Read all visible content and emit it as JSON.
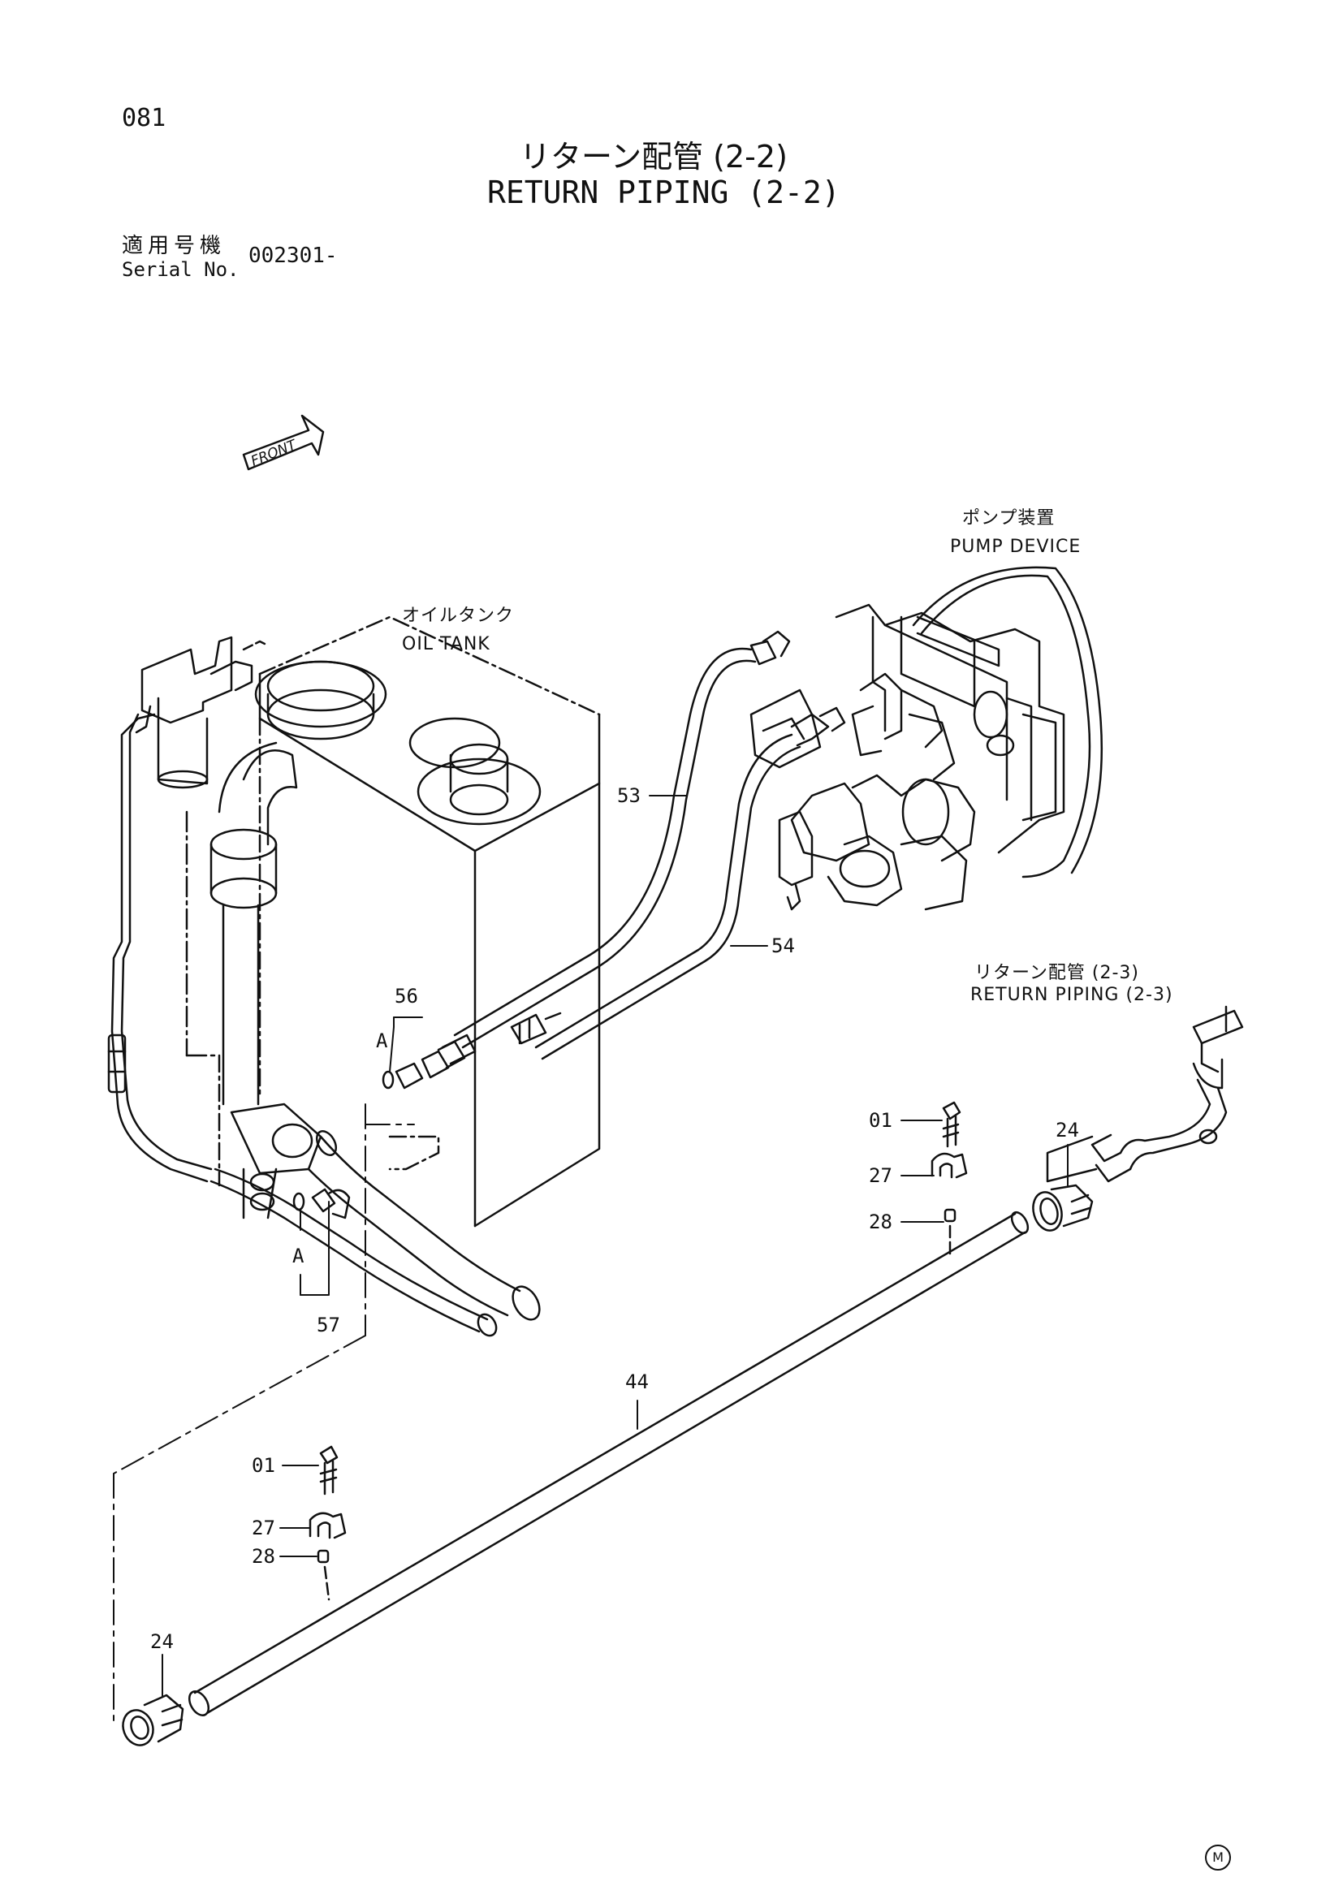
{
  "page_number": "081",
  "title": {
    "japanese": "リターン配管 (2-2)",
    "english": "RETURN PIPING (2-2)"
  },
  "serial": {
    "label_jp": "適用号機",
    "label_en": "Serial No.",
    "value": "002301-"
  },
  "front_marker": "FRONT",
  "components": {
    "pump_device": {
      "jp": "ポンプ装置",
      "en": "PUMP DEVICE"
    },
    "oil_tank": {
      "jp": "オイルタンク",
      "en": "OIL TANK"
    },
    "return_piping_next": {
      "jp": "リターン配管 (2-3)",
      "en": "RETURN PIPING (2-3)"
    }
  },
  "callouts": {
    "p53": "53",
    "p54": "54",
    "p56": "56",
    "p57": "57",
    "p44": "44",
    "a_upper": "A",
    "a_lower": "A",
    "p01_upper": "01",
    "p27_upper": "27",
    "p28_upper": "28",
    "p24_right": "24",
    "p01_lower": "01",
    "p27_lower": "27",
    "p28_lower": "28",
    "p24_left": "24"
  },
  "manufacturer_mark": "M"
}
